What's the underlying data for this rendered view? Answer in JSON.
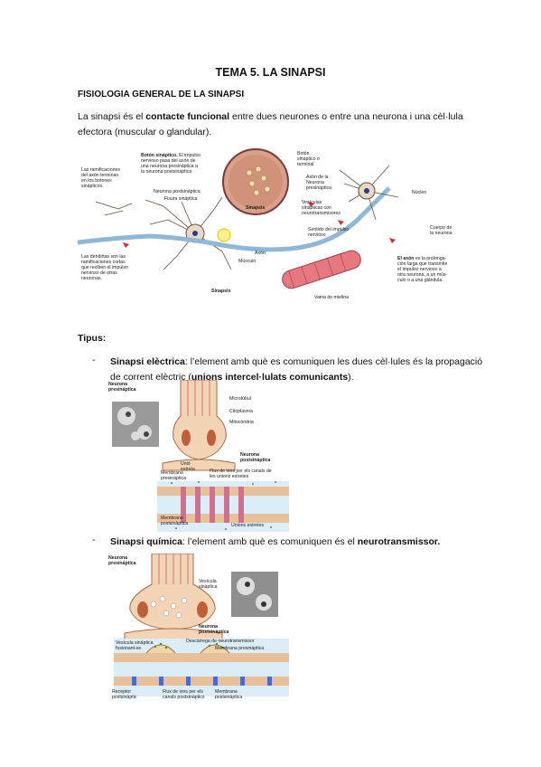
{
  "title": "TEMA 5. LA SINAPSI",
  "section_heading": "FISIOLOGIA GENERAL DE LA SINAPSI",
  "intro": {
    "pre": "La sinapsi és el ",
    "bold": "contacte funcional",
    "line1_post": " entre dues neurones o entre una neurona i una cèl·lula",
    "line2": "efectora (muscular o glandular)."
  },
  "fig1": {
    "ramificaciones": "Las ramificaciones\ndel axón terminan\nen los botones\nsinápticos.",
    "boton_bold": "Botón sináptico.",
    "boton_text": " El impulso\nnervioso pasa del axón de\nuna neurona presináptica a\nla neurona postsináptica",
    "postsinaptica": "Neurona postsináptica",
    "fisura": "Fisura sináptica",
    "sinapsis_circle": "Sinapsis",
    "boton_terminal": "Botón\nsináptico o\nterminal",
    "axon_pre": "Axón de la\nNeurona\npresináptica",
    "vesiculas": "Vesículas\nsinápticas con\nneurotransmisores",
    "sentido": "Sentido del impulso\nnervioso",
    "nucleo": "Núcleo",
    "cuerpo": "Cuerpo de\nla neurona",
    "dendritas": "Las dendritas son las\nramificaciones cortas\nque reciben el impulso\nnervioso de otras\nneuronas.",
    "axon": "Axón",
    "musculo": "Músculo",
    "sinapsis_bottom": "Sinapsis",
    "vaina": "Vaina de mielina",
    "axon_bold": "El axón",
    "axon_desc": " es la prolonga-\nción larga que transmite\nel impulso nervioso a\notra neurona, a un mús-\nculo o a una glándula."
  },
  "tipus_label": "Tipus:",
  "bullet1": {
    "dash": "-",
    "bold": "Sinapsi elèctrica",
    "text": ": l’element amb què es comuniquen les dues cèl·lules és la propagació",
    "line2_pre": "de corrent elèctric (",
    "line2_bold": "unions intercel·lulats comunicants",
    "line2_post": ")."
  },
  "fig2": {
    "pre": "Neurona\npresináptica",
    "microtubul": "Microtúbul",
    "citoplasma": "Citoplasma",
    "mitocondria": "Mitocòndria",
    "union": "Unió\nestreta",
    "post": "Neurona\npostsinàptica",
    "membrana_pre": "Membrana\npresinàptica",
    "flux": "Flux de ions per els canals de\nles unions estretes",
    "membrana_post": "Membrana\npostsinàptica",
    "unions": "Unions estretes"
  },
  "bullet2": {
    "dash": "-",
    "bold": "Sinapsi química",
    "text": ": l’element amb què es comuniquen és  el ",
    "bold2": "neurotransmissor."
  },
  "fig3": {
    "pre": "Neurona\npresinàptica",
    "vesicula": "Vesícula\nsinàptica",
    "post": "Neurona\npostsinàptica",
    "vesicula_fus": "Vesícula sinàptica\nfusionant-se",
    "descarrega": "Descàrrega de neurotransmissor",
    "membrana_pre": "Membrana presinàptica",
    "receptor": "Receptor\npostsinàptic",
    "flux": "Flux de ions per els\ncanals postsinàptics",
    "membrana_post": "Membrana\npostsinàptica"
  }
}
